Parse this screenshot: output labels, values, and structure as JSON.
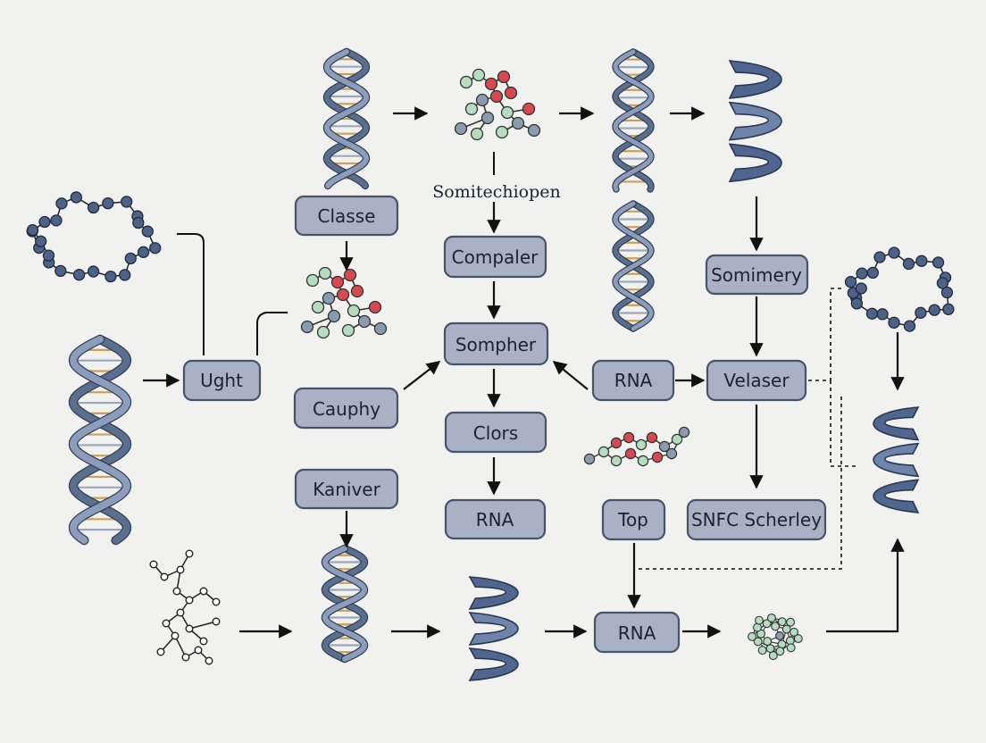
{
  "diagram": {
    "nodes": {
      "classe": "Classe",
      "compaler": "Compaler",
      "sompher": "Sompher",
      "clors": "Clors",
      "rna_center": "RNA",
      "ught": "Ught",
      "cauphy": "Cauphy",
      "kaniver": "Kaniver",
      "rna_mid": "RNA",
      "velaser": "Velaser",
      "somimery": "Somimery",
      "top": "Top",
      "snfc_scherley": "SNFC Scherley",
      "rna_bottom": "RNA"
    },
    "annotations": {
      "somitechiopen": "Somitechiopen"
    },
    "colors": {
      "box_fill": "#a8b2c4",
      "box_stroke": "#47536a",
      "helix": "#5a6e8e",
      "ribbon": "#4f6690",
      "molecule_red": "#d44a50",
      "molecule_green": "#b5dcbf",
      "molecule_grey": "#8a9bb0",
      "chain_bead": "#4e6288",
      "background": "#f1f1ef"
    }
  }
}
